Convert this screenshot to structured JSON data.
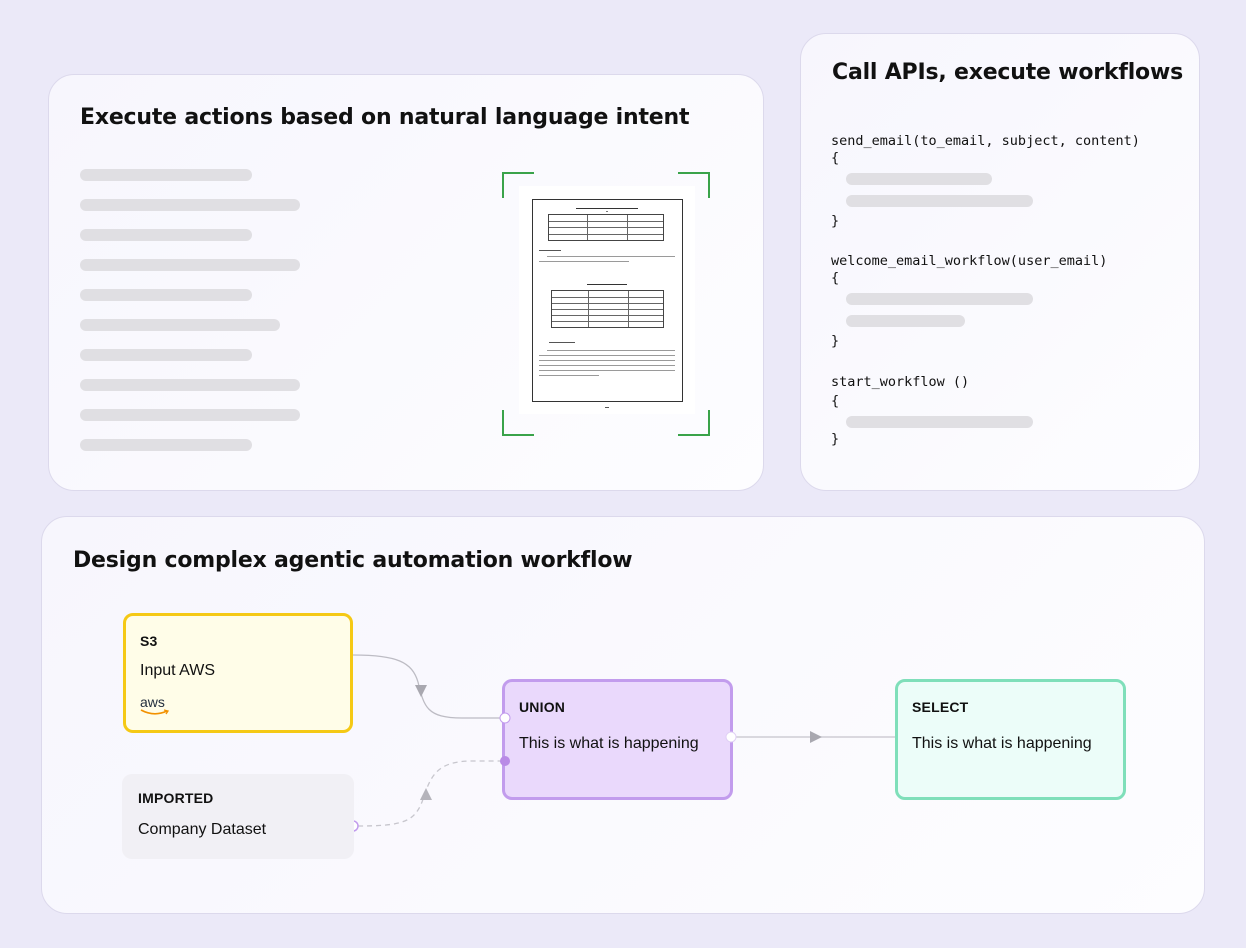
{
  "cards": {
    "intent": {
      "title": "Execute actions based on natural language intent"
    },
    "apis": {
      "title": "Call APIs, execute workflows",
      "functions": [
        {
          "signature": "send_email(to_email, subject, content)",
          "open": "{",
          "close": "}"
        },
        {
          "signature": "welcome_email_workflow(user_email)",
          "open": "{",
          "close": "}"
        },
        {
          "signature": "start_workflow ()",
          "open": "{",
          "close": "}"
        }
      ]
    },
    "workflow": {
      "title": "Design complex agentic automation workflow",
      "nodes": {
        "s3": {
          "kind": "S3",
          "label": "Input AWS",
          "logo": "aws"
        },
        "imported": {
          "kind": "IMPORTED",
          "label": "Company Dataset"
        },
        "union": {
          "kind": "UNION",
          "label": "This is what is happening"
        },
        "select": {
          "kind": "SELECT",
          "label": "This is what is happening"
        }
      }
    }
  },
  "icons": [
    "aws-logo-icon",
    "arrow-icon",
    "document-preview-icon"
  ],
  "colors": {
    "background": "#ebe9f8",
    "s3_border": "#f5c915",
    "union_border": "#c29ced",
    "select_border": "#7fdfba",
    "scan_corners": "#3aa34a"
  }
}
